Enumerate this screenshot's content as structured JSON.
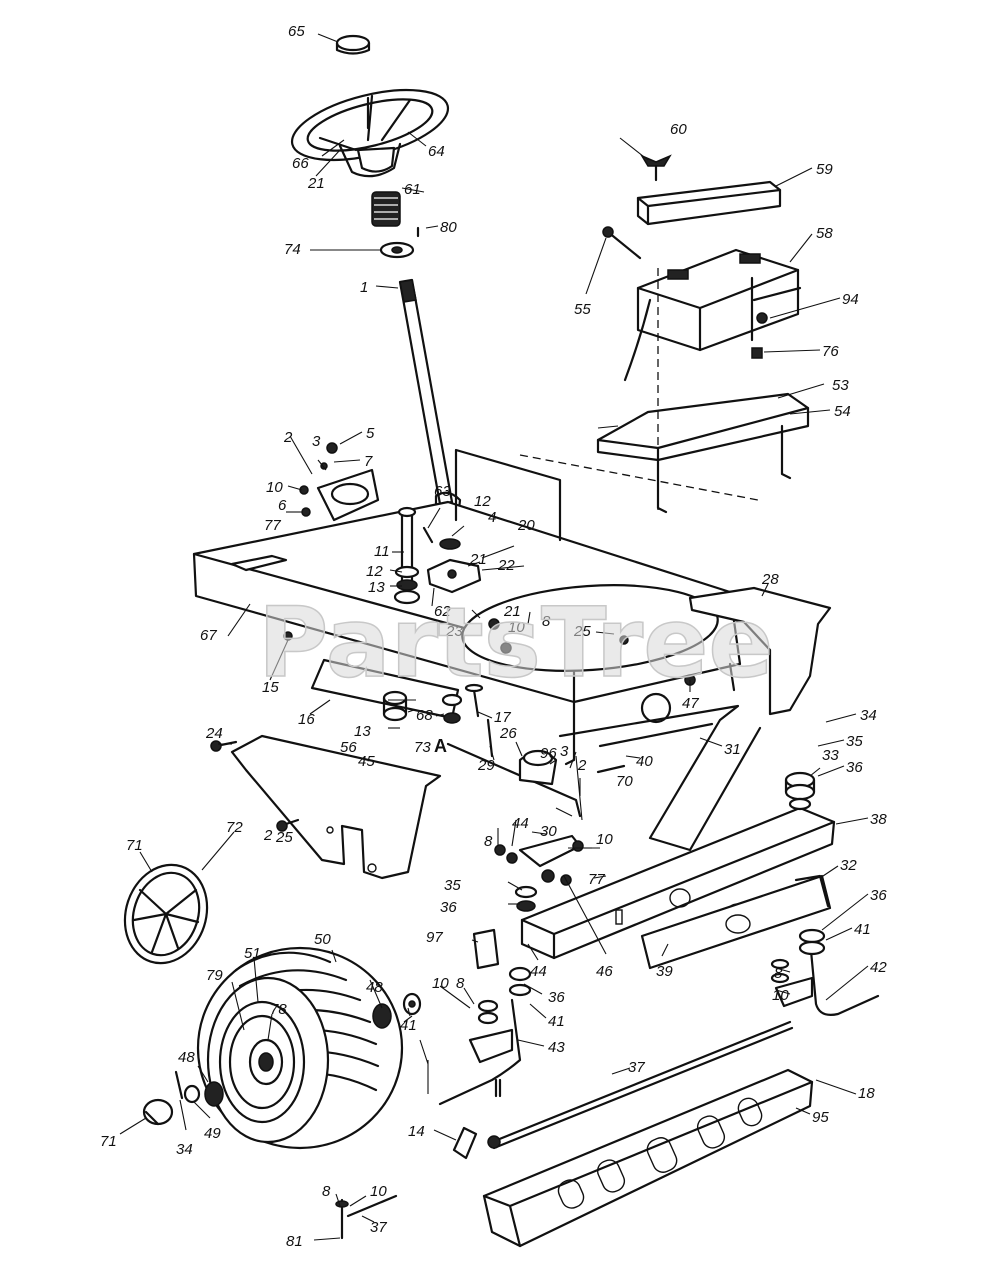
{
  "watermark": "PartsTree",
  "labels": {
    "c1": "1",
    "c2a": "2",
    "c2b": "2",
    "c2c": "2",
    "c3a": "3",
    "c3b": "3",
    "c4": "4",
    "c5": "5",
    "c6": "6",
    "c7": "7",
    "c8a": "8",
    "c8b": "8",
    "c8c": "8",
    "c8d": "8",
    "c8e": "8",
    "c10a": "10",
    "c10b": "10",
    "c10c": "10",
    "c10d": "10",
    "c10e": "10",
    "c10f": "10",
    "c11": "11",
    "c12a": "12",
    "c12b": "12",
    "c13a": "13",
    "c13b": "13",
    "c14": "14",
    "c15": "15",
    "c16": "16",
    "c17": "17",
    "c18": "18",
    "c20": "20",
    "c21a": "21",
    "c21b": "21",
    "c21c": "21",
    "c22": "22",
    "c23": "23",
    "c24": "24",
    "c25a": "25",
    "c25b": "25",
    "c26": "26",
    "c28": "28",
    "c29": "29",
    "c30": "30",
    "c31": "31",
    "c32": "32",
    "c33": "33",
    "c34a": "34",
    "c34b": "34",
    "c35a": "35",
    "c35b": "35",
    "c36a": "36",
    "c36b": "36",
    "c36c": "36",
    "c36d": "36",
    "c37a": "37",
    "c37b": "37",
    "c38": "38",
    "c39": "39",
    "c40": "40",
    "c41a": "41",
    "c41b": "41",
    "c41c": "41",
    "c42": "42",
    "c43": "43",
    "c44a": "44",
    "c44b": "44",
    "c45": "45",
    "c46": "46",
    "c47": "47",
    "c48a": "48",
    "c48b": "48",
    "c49": "49",
    "c50": "50",
    "c51": "51",
    "c53": "53",
    "c54": "54",
    "c55": "55",
    "c56": "56",
    "c58": "58",
    "c59": "59",
    "c60": "60",
    "c61": "61",
    "c62": "62",
    "c63": "63",
    "c64": "64",
    "c65": "65",
    "c66": "66",
    "c67": "67",
    "c68": "68",
    "c70": "70",
    "c71a": "71",
    "c71b": "71",
    "c72": "72",
    "c73": "73",
    "cA": "A",
    "c74": "74",
    "c76": "76",
    "c77a": "77",
    "c77b": "77",
    "c78": "78",
    "c79": "79",
    "c80": "80",
    "c81": "81",
    "c94": "94",
    "c95": "95",
    "c96": "96",
    "c97": "97"
  }
}
